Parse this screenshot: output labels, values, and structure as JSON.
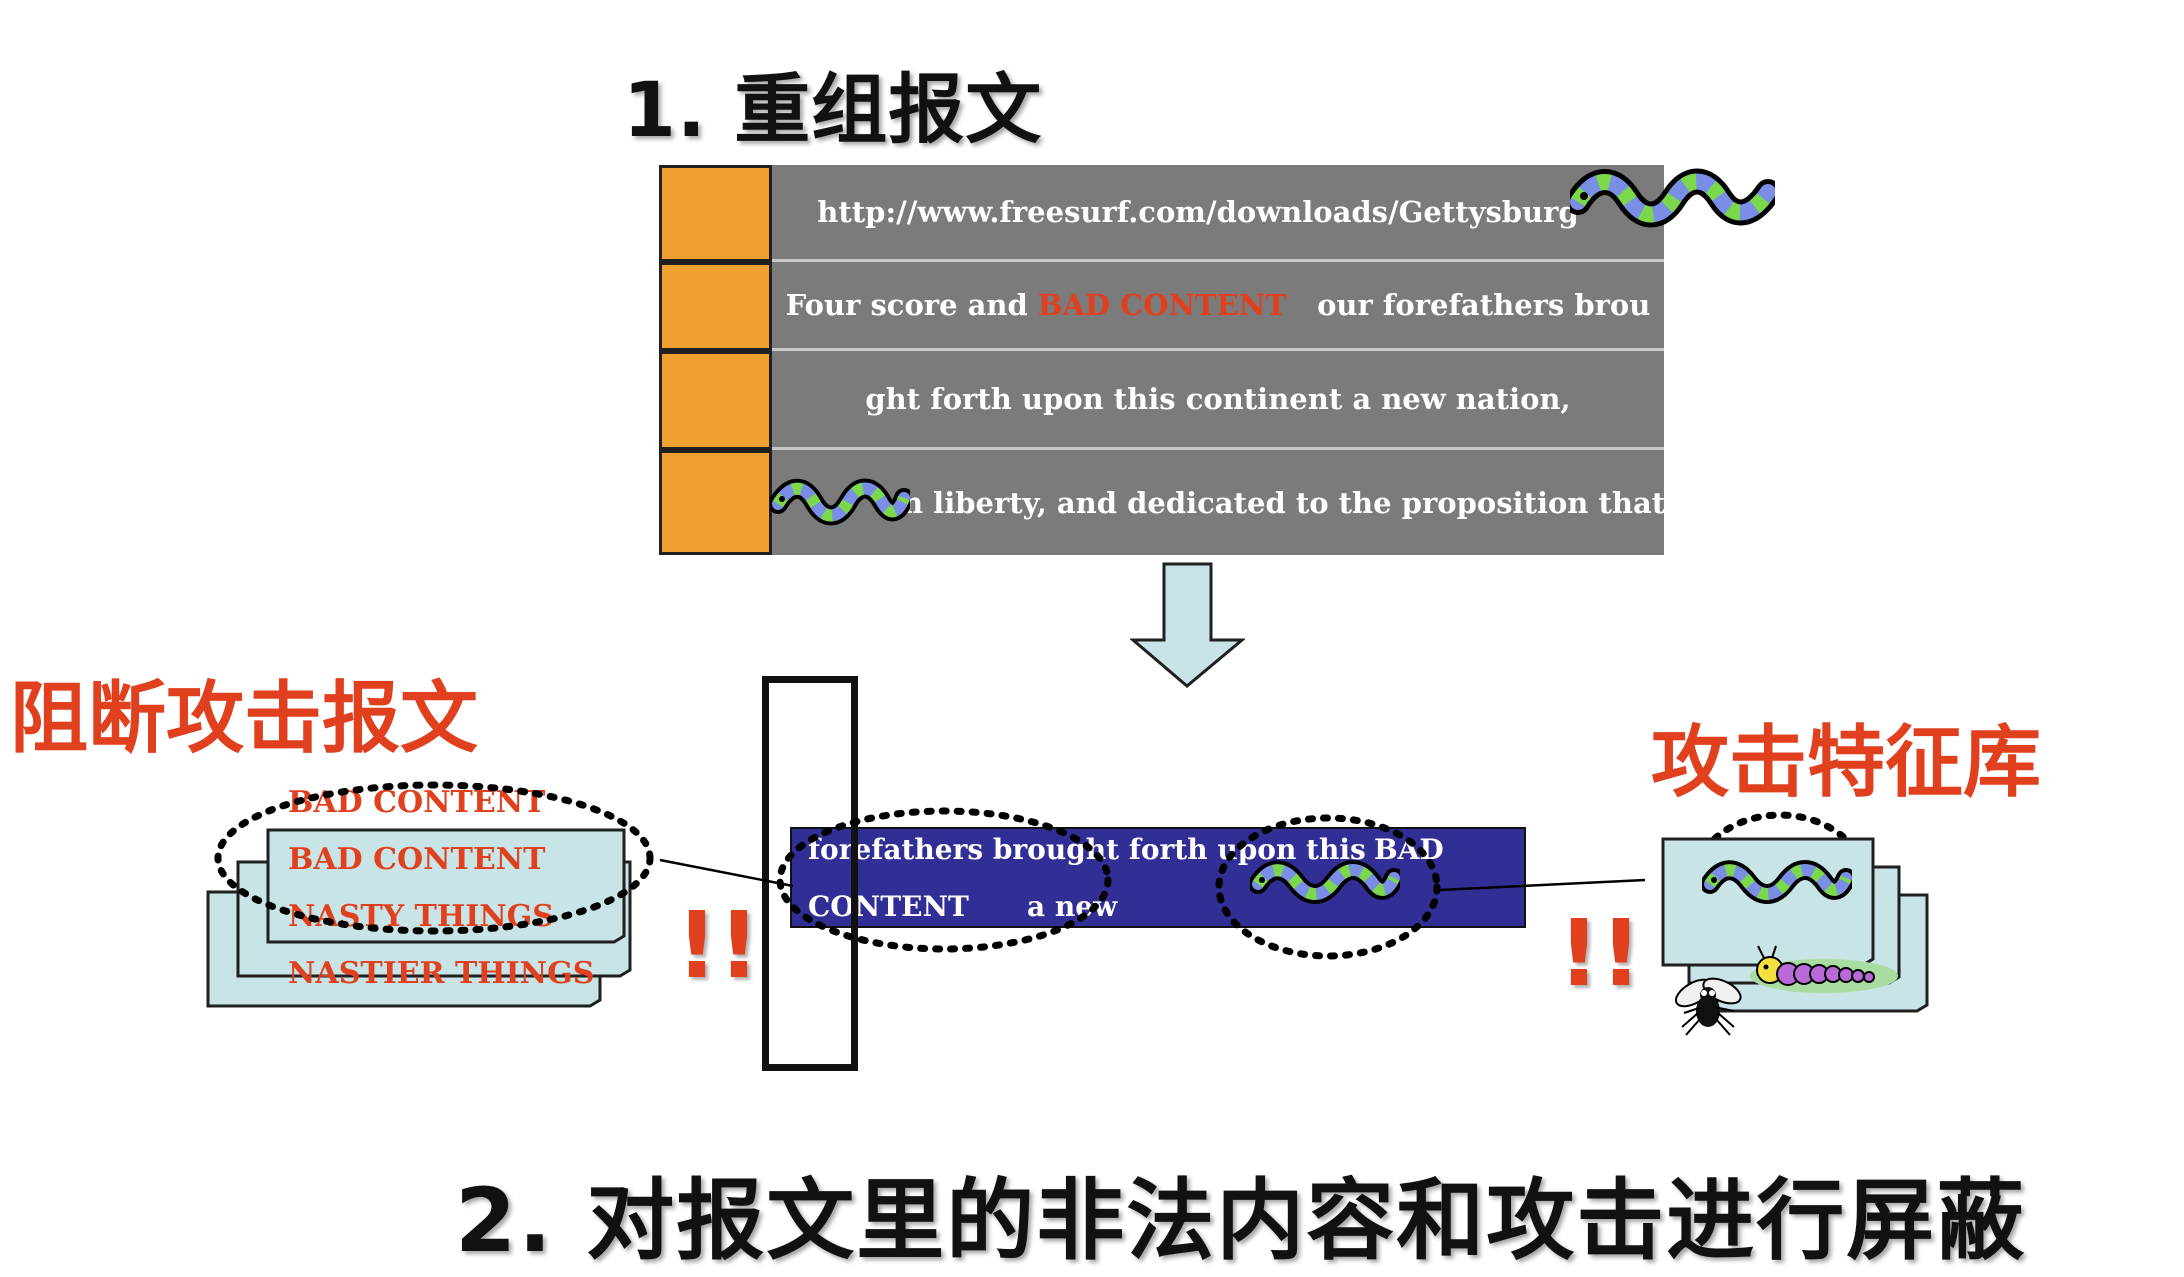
{
  "step1": {
    "title": "1. 重组报文"
  },
  "packet": {
    "rows": [
      "http://www.freesurf.com/downloads/Gettysburg",
      "our forefathers brou",
      "ght forth upon this continent a new nation,",
      "n liberty, and dedicated to the proposition that all"
    ],
    "row2_prefix": "Four score and",
    "row2_bad": "BAD CONTENT"
  },
  "left_heading": "阻断攻击报文",
  "right_heading": "攻击特征库",
  "blocked_list": [
    "BAD CONTENT",
    "BAD CONTENT",
    "NASTY THINGS",
    "NASTIER THINGS"
  ],
  "stream": {
    "line1": "forefathers brought forth upon this",
    "bad1": "BAD",
    "bad2": "CONTENT",
    "line2_tail": "a new"
  },
  "alert_left": "!!",
  "alert_right": "!!",
  "step2": {
    "title": "2.  对报文里的非法内容和攻击进行屏蔽"
  },
  "colors": {
    "accent_red": "#e0401e",
    "packet_gray": "#7b7b7b",
    "header_orange": "#f0a030",
    "stream_blue": "#312f96",
    "paper_cyan": "#c8e4e6"
  },
  "icons": [
    "worm-icon",
    "caterpillar-icon",
    "fly-icon",
    "down-arrow-icon",
    "firewall-gate-icon"
  ]
}
